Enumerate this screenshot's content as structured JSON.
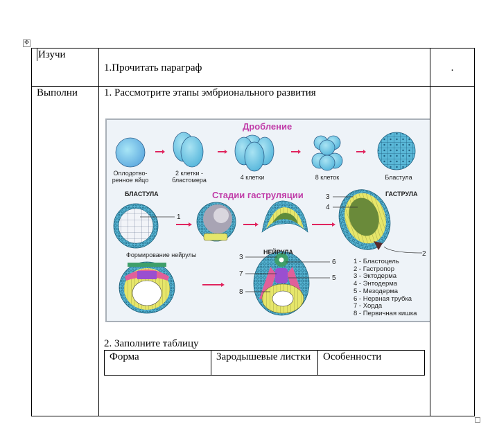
{
  "document": {
    "rows": [
      {
        "label": "Изучи",
        "content": "1.Прочитать параграф",
        "note": "."
      },
      {
        "label": "Выполни",
        "step1": "1.  Рассмотрите этапы эмбрионального развития",
        "step2": "2. Заполните таблицу",
        "note": ""
      }
    ],
    "fill_table": {
      "headers": [
        "Форма",
        "Зародышевые листки",
        "Особенности"
      ]
    }
  },
  "figure": {
    "title_cleavage": "Дробление",
    "cleavage_stages": [
      {
        "caption": "Оплодотво-\nренное яйцо"
      },
      {
        "caption": "2 клетки -\nбластомера"
      },
      {
        "caption": "4 клетки"
      },
      {
        "caption": "8 клеток"
      },
      {
        "caption": "Бластула"
      }
    ],
    "title_gastrulation": "Стадии гаструляции",
    "blastula_heading": "БЛАСТУЛА",
    "gastrula_heading": "ГАСТРУЛА",
    "neurula_formation": "Формирование нейрулы",
    "neurula_heading": "НЕЙРУЛА",
    "markers": [
      "1",
      "2",
      "3",
      "4",
      "3",
      "7",
      "8",
      "6",
      "5"
    ],
    "legend": [
      "1 - Бластоцель",
      "2 - Гастропор",
      "3 - Эктодерма",
      "4 - Энтодерма",
      "5 - Мезодерма",
      "6 - Нервная трубка",
      "7 - Хорда",
      "8 - Первичная кишка"
    ],
    "colors": {
      "title": "#c03ca8",
      "arrow": "#e0245e",
      "cell": "#6cc4e4",
      "ectoderm": "#3aa0c0",
      "endoderm": "#e3e35a",
      "mesoderm": "#e0609a",
      "chorda": "#9a4fd0",
      "neural": "#3f9f6a"
    }
  }
}
